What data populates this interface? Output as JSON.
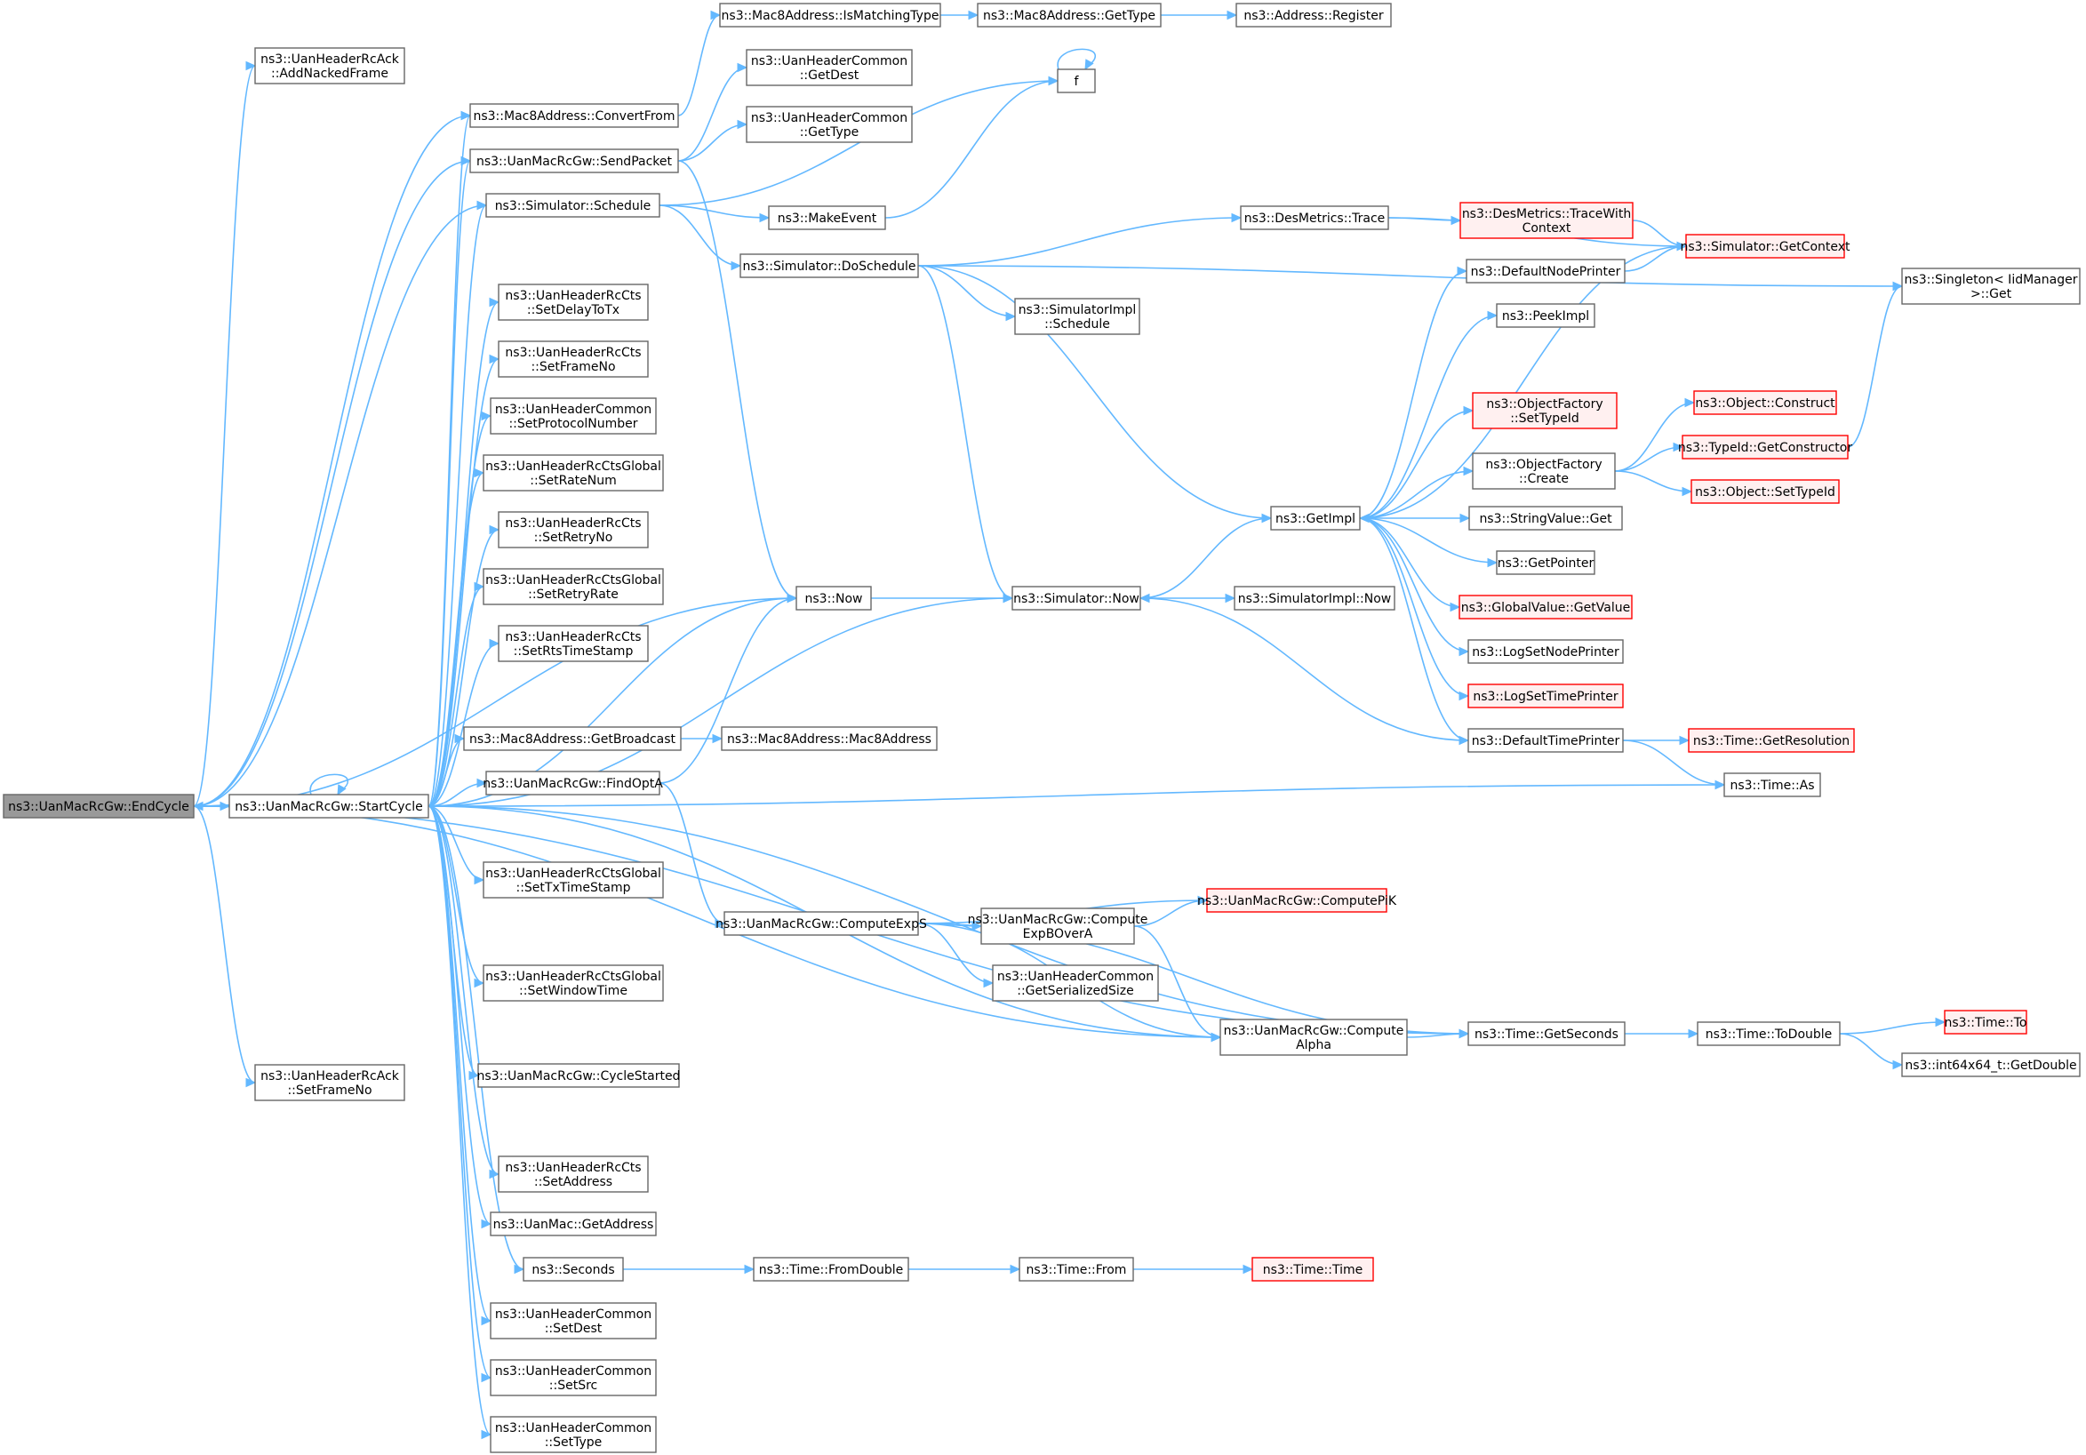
{
  "nodes": [
    {
      "id": "n0",
      "lines": [
        "ns3::UanMacRcGw::EndCycle"
      ],
      "style": "root"
    },
    {
      "id": "n1",
      "lines": [
        "ns3::UanMacRcGw::StartCycle"
      ]
    },
    {
      "id": "n2",
      "lines": [
        "ns3::UanHeaderRcAck",
        "::AddNackedFrame"
      ]
    },
    {
      "id": "n3",
      "lines": [
        "ns3::Mac8Address::ConvertFrom"
      ]
    },
    {
      "id": "n4",
      "lines": [
        "ns3::UanMacRcGw::SendPacket"
      ]
    },
    {
      "id": "n5",
      "lines": [
        "ns3::Simulator::Schedule"
      ]
    },
    {
      "id": "n6",
      "lines": [
        "ns3::UanHeaderRcCts",
        "::SetDelayToTx"
      ]
    },
    {
      "id": "n7",
      "lines": [
        "ns3::UanHeaderRcCts",
        "::SetFrameNo"
      ]
    },
    {
      "id": "n8",
      "lines": [
        "ns3::UanHeaderCommon",
        "::SetProtocolNumber"
      ]
    },
    {
      "id": "n9",
      "lines": [
        "ns3::UanHeaderRcCtsGlobal",
        "::SetRateNum"
      ]
    },
    {
      "id": "n10",
      "lines": [
        "ns3::UanHeaderRcCts",
        "::SetRetryNo"
      ]
    },
    {
      "id": "n11",
      "lines": [
        "ns3::UanHeaderRcCtsGlobal",
        "::SetRetryRate"
      ]
    },
    {
      "id": "n12",
      "lines": [
        "ns3::UanHeaderRcCts",
        "::SetRtsTimeStamp"
      ]
    },
    {
      "id": "n13",
      "lines": [
        "ns3::Mac8Address::GetBroadcast"
      ]
    },
    {
      "id": "n14",
      "lines": [
        "ns3::UanMacRcGw::FindOptA"
      ]
    },
    {
      "id": "n15",
      "lines": [
        "ns3::UanHeaderRcCtsGlobal",
        "::SetTxTimeStamp"
      ]
    },
    {
      "id": "n16",
      "lines": [
        "ns3::UanHeaderRcCtsGlobal",
        "::SetWindowTime"
      ]
    },
    {
      "id": "n17",
      "lines": [
        "ns3::UanMacRcGw::CycleStarted"
      ]
    },
    {
      "id": "n18",
      "lines": [
        "ns3::UanHeaderRcCts",
        "::SetAddress"
      ]
    },
    {
      "id": "n19",
      "lines": [
        "ns3::UanMac::GetAddress"
      ]
    },
    {
      "id": "n20",
      "lines": [
        "ns3::Seconds"
      ]
    },
    {
      "id": "n21",
      "lines": [
        "ns3::UanHeaderCommon",
        "::SetDest"
      ]
    },
    {
      "id": "n22",
      "lines": [
        "ns3::UanHeaderCommon",
        "::SetSrc"
      ]
    },
    {
      "id": "n23",
      "lines": [
        "ns3::UanHeaderCommon",
        "::SetType"
      ]
    },
    {
      "id": "n24",
      "lines": [
        "ns3::UanHeaderRcAck",
        "::SetFrameNo"
      ]
    },
    {
      "id": "n25",
      "lines": [
        "ns3::Mac8Address::IsMatchingType"
      ]
    },
    {
      "id": "n26",
      "lines": [
        "ns3::Mac8Address::GetType"
      ]
    },
    {
      "id": "n27",
      "lines": [
        "ns3::Address::Register"
      ]
    },
    {
      "id": "n28",
      "lines": [
        "ns3::UanHeaderCommon",
        "::GetDest"
      ]
    },
    {
      "id": "n29",
      "lines": [
        "ns3::UanHeaderCommon",
        "::GetType"
      ]
    },
    {
      "id": "n30",
      "lines": [
        "f"
      ]
    },
    {
      "id": "n31",
      "lines": [
        "ns3::MakeEvent"
      ]
    },
    {
      "id": "n32",
      "lines": [
        "ns3::Simulator::DoSchedule"
      ]
    },
    {
      "id": "n33",
      "lines": [
        "ns3::DesMetrics::Trace"
      ]
    },
    {
      "id": "n34",
      "lines": [
        "ns3::DesMetrics::TraceWith",
        "Context"
      ],
      "style": "red"
    },
    {
      "id": "n35",
      "lines": [
        "ns3::Simulator::GetContext"
      ],
      "style": "red"
    },
    {
      "id": "n36",
      "lines": [
        "ns3::Singleton< IidManager",
        ">::Get"
      ]
    },
    {
      "id": "n37",
      "lines": [
        "ns3::SimulatorImpl",
        "::Schedule"
      ]
    },
    {
      "id": "n38",
      "lines": [
        "ns3::DefaultNodePrinter"
      ]
    },
    {
      "id": "n39",
      "lines": [
        "ns3::PeekImpl"
      ]
    },
    {
      "id": "n40",
      "lines": [
        "ns3::ObjectFactory",
        "::SetTypeId"
      ],
      "style": "red"
    },
    {
      "id": "n41",
      "lines": [
        "ns3::Object::Construct"
      ],
      "style": "red"
    },
    {
      "id": "n42",
      "lines": [
        "ns3::TypeId::GetConstructor"
      ],
      "style": "red"
    },
    {
      "id": "n43",
      "lines": [
        "ns3::ObjectFactory",
        "::Create"
      ]
    },
    {
      "id": "n44",
      "lines": [
        "ns3::Object::SetTypeId"
      ],
      "style": "red"
    },
    {
      "id": "n45",
      "lines": [
        "ns3::GetImpl"
      ]
    },
    {
      "id": "n46",
      "lines": [
        "ns3::StringValue::Get"
      ]
    },
    {
      "id": "n47",
      "lines": [
        "ns3::GetPointer"
      ]
    },
    {
      "id": "n48",
      "lines": [
        "ns3::Now"
      ]
    },
    {
      "id": "n49",
      "lines": [
        "ns3::Simulator::Now"
      ]
    },
    {
      "id": "n50",
      "lines": [
        "ns3::SimulatorImpl::Now"
      ]
    },
    {
      "id": "n51",
      "lines": [
        "ns3::GlobalValue::GetValue"
      ],
      "style": "red"
    },
    {
      "id": "n52",
      "lines": [
        "ns3::LogSetNodePrinter"
      ]
    },
    {
      "id": "n53",
      "lines": [
        "ns3::LogSetTimePrinter"
      ],
      "style": "red"
    },
    {
      "id": "n54",
      "lines": [
        "ns3::DefaultTimePrinter"
      ]
    },
    {
      "id": "n55",
      "lines": [
        "ns3::Time::GetResolution"
      ],
      "style": "red"
    },
    {
      "id": "n56",
      "lines": [
        "ns3::Mac8Address::Mac8Address"
      ]
    },
    {
      "id": "n57",
      "lines": [
        "ns3::Time::As"
      ]
    },
    {
      "id": "n58",
      "lines": [
        "ns3::UanMacRcGw::ComputePiK"
      ],
      "style": "red"
    },
    {
      "id": "n59",
      "lines": [
        "ns3::UanMacRcGw::ComputeExpS"
      ]
    },
    {
      "id": "n60",
      "lines": [
        "ns3::UanMacRcGw::Compute",
        "ExpBOverA"
      ]
    },
    {
      "id": "n61",
      "lines": [
        "ns3::UanHeaderCommon",
        "::GetSerializedSize"
      ]
    },
    {
      "id": "n62",
      "lines": [
        "ns3::UanMacRcGw::Compute",
        "Alpha"
      ]
    },
    {
      "id": "n63",
      "lines": [
        "ns3::Time::GetSeconds"
      ]
    },
    {
      "id": "n64",
      "lines": [
        "ns3::Time::ToDouble"
      ]
    },
    {
      "id": "n65",
      "lines": [
        "ns3::Time::To"
      ],
      "style": "red"
    },
    {
      "id": "n66",
      "lines": [
        "ns3::int64x64_t::GetDouble"
      ]
    },
    {
      "id": "n67",
      "lines": [
        "ns3::Time::FromDouble"
      ]
    },
    {
      "id": "n68",
      "lines": [
        "ns3::Time::From"
      ]
    },
    {
      "id": "n69",
      "lines": [
        "ns3::Time::Time"
      ],
      "style": "red"
    }
  ],
  "edges": [
    [
      "n0",
      "n1"
    ],
    [
      "n0",
      "n2"
    ],
    [
      "n0",
      "n3"
    ],
    [
      "n0",
      "n4"
    ],
    [
      "n0",
      "n5"
    ],
    [
      "n0",
      "n48"
    ],
    [
      "n0",
      "n24"
    ],
    [
      "n0",
      "n62"
    ],
    [
      "n0",
      "n63"
    ],
    [
      "n1",
      "n0"
    ],
    [
      "n1",
      "n1"
    ],
    [
      "n1",
      "n3"
    ],
    [
      "n1",
      "n4"
    ],
    [
      "n1",
      "n5"
    ],
    [
      "n1",
      "n6"
    ],
    [
      "n1",
      "n7"
    ],
    [
      "n1",
      "n8"
    ],
    [
      "n1",
      "n9"
    ],
    [
      "n1",
      "n10"
    ],
    [
      "n1",
      "n11"
    ],
    [
      "n1",
      "n12"
    ],
    [
      "n1",
      "n13"
    ],
    [
      "n1",
      "n14"
    ],
    [
      "n1",
      "n15"
    ],
    [
      "n1",
      "n16"
    ],
    [
      "n1",
      "n17"
    ],
    [
      "n1",
      "n18"
    ],
    [
      "n1",
      "n19"
    ],
    [
      "n1",
      "n20"
    ],
    [
      "n1",
      "n21"
    ],
    [
      "n1",
      "n22"
    ],
    [
      "n1",
      "n23"
    ],
    [
      "n1",
      "n48"
    ],
    [
      "n1",
      "n49"
    ],
    [
      "n1",
      "n57"
    ],
    [
      "n1",
      "n62"
    ],
    [
      "n1",
      "n63"
    ],
    [
      "n3",
      "n25"
    ],
    [
      "n25",
      "n26"
    ],
    [
      "n26",
      "n27"
    ],
    [
      "n4",
      "n28"
    ],
    [
      "n4",
      "n29"
    ],
    [
      "n4",
      "n48"
    ],
    [
      "n5",
      "n30"
    ],
    [
      "n5",
      "n31"
    ],
    [
      "n5",
      "n32"
    ],
    [
      "n31",
      "n30"
    ],
    [
      "n30",
      "n30"
    ],
    [
      "n32",
      "n33"
    ],
    [
      "n32",
      "n36"
    ],
    [
      "n32",
      "n37"
    ],
    [
      "n32",
      "n45"
    ],
    [
      "n32",
      "n49"
    ],
    [
      "n33",
      "n34"
    ],
    [
      "n33",
      "n35"
    ],
    [
      "n34",
      "n35"
    ],
    [
      "n35",
      "n45"
    ],
    [
      "n45",
      "n38"
    ],
    [
      "n45",
      "n39"
    ],
    [
      "n45",
      "n40"
    ],
    [
      "n45",
      "n43"
    ],
    [
      "n45",
      "n46"
    ],
    [
      "n45",
      "n47"
    ],
    [
      "n45",
      "n51"
    ],
    [
      "n45",
      "n52"
    ],
    [
      "n45",
      "n53"
    ],
    [
      "n45",
      "n54"
    ],
    [
      "n38",
      "n35"
    ],
    [
      "n43",
      "n41"
    ],
    [
      "n43",
      "n42"
    ],
    [
      "n43",
      "n44"
    ],
    [
      "n42",
      "n36"
    ],
    [
      "n48",
      "n49"
    ],
    [
      "n49",
      "n45"
    ],
    [
      "n49",
      "n50"
    ],
    [
      "n54",
      "n49"
    ],
    [
      "n54",
      "n55"
    ],
    [
      "n54",
      "n57"
    ],
    [
      "n13",
      "n56"
    ],
    [
      "n14",
      "n48"
    ],
    [
      "n14",
      "n59"
    ],
    [
      "n59",
      "n58"
    ],
    [
      "n59",
      "n60"
    ],
    [
      "n59",
      "n61"
    ],
    [
      "n59",
      "n62"
    ],
    [
      "n59",
      "n63"
    ],
    [
      "n60",
      "n58"
    ],
    [
      "n60",
      "n62"
    ],
    [
      "n62",
      "n63"
    ],
    [
      "n63",
      "n64"
    ],
    [
      "n64",
      "n65"
    ],
    [
      "n64",
      "n66"
    ],
    [
      "n20",
      "n67"
    ],
    [
      "n67",
      "n68"
    ],
    [
      "n68",
      "n69"
    ]
  ]
}
